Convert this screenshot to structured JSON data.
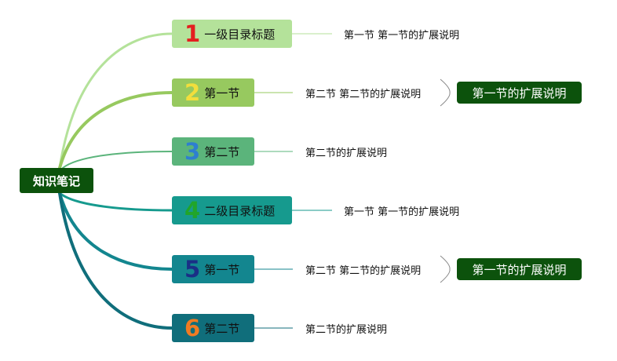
{
  "root": {
    "label": "知识笔记"
  },
  "nodes": [
    {
      "number": "1",
      "label": "一级目录标题",
      "desc": "第一节 第一节的扩展说明",
      "color": "#b4e29a",
      "num_color": "#e41f1f",
      "tag": ""
    },
    {
      "number": "2",
      "label": "第一节",
      "desc": "第二节 第二节的扩展说明",
      "color": "#97c95f",
      "num_color": "#f2de3c",
      "tag": "第一节的扩展说明"
    },
    {
      "number": "3",
      "label": "第二节",
      "desc": "第二节的扩展说明",
      "color": "#5bb47b",
      "num_color": "#2e7fd0",
      "tag": ""
    },
    {
      "number": "4",
      "label": "二级目录标题",
      "desc": "第一节 第一节的扩展说明",
      "color": "#169a8e",
      "num_color": "#21a52a",
      "tag": ""
    },
    {
      "number": "5",
      "label": "第一节",
      "desc": "第二节 第二节的扩展说明",
      "color": "#13868f",
      "num_color": "#1a2f86",
      "tag": "第一节的扩展说明"
    },
    {
      "number": "6",
      "label": "第二节",
      "desc": "第二节的扩展说明",
      "color": "#106e7b",
      "num_color": "#f07b22",
      "tag": ""
    }
  ],
  "colors": {
    "root": "#0c520c",
    "tag": "#0c520c",
    "branch_1": "#b4e29a",
    "branch_2": "#97c95f",
    "branch_3": "#5bb47b",
    "branch_4": "#169a8e",
    "branch_5": "#13868f",
    "branch_6": "#106e7b"
  }
}
